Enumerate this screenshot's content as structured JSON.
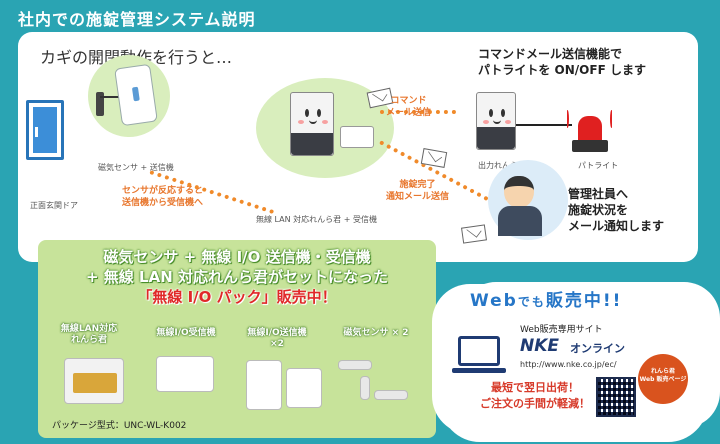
{
  "title": "社内での施錠管理システム説明",
  "diagram": {
    "heading": "カギの開閉動作を行うと…",
    "door_label": "正面玄関ドア",
    "sensor_label": "磁気センサ + 送信機",
    "sensor_note": "センサが反応すると\n送信機から受信機へ",
    "router_label": "無線 LAN 対応れんら君 + 受信機",
    "command_mail": "コマンド\nメール送信",
    "lock_mail": "施錠完了\n通知メール送信",
    "patlite_desc": "コマンドメール送信機能で\nパトライトを ON/OFF します",
    "output_label": "出力れんら君",
    "patlite_label": "パトライト",
    "manager_desc": "管理社員へ\n施錠状況を\nメール通知します"
  },
  "promo": {
    "line1": "磁気センサ + 無線 I/O 送信機・受信機",
    "line2": "+ 無線 LAN 対応れんら君がセットになった",
    "line3": "「無線 I/O パック」販売中！",
    "items": [
      "無線LAN対応\nれんら君",
      "無線I/O受信機",
      "無線I/O送信機\n×2",
      "磁気センサ × 2"
    ],
    "package_model": "パッケージ型式：UNC-WL-K002"
  },
  "web": {
    "title_main": "Web",
    "title_mid": "でも",
    "title_end": "販売中!!",
    "site_label": "Web販売専用サイト",
    "logo": "NKE",
    "logo_suffix": "オンライン",
    "url": "http://www.nke.co.jp/ec/",
    "shipping": "最短で翌日出荷！",
    "order": "ご注文の手間が軽減！",
    "badge": "れんら君\nWeb 販売ページ"
  }
}
